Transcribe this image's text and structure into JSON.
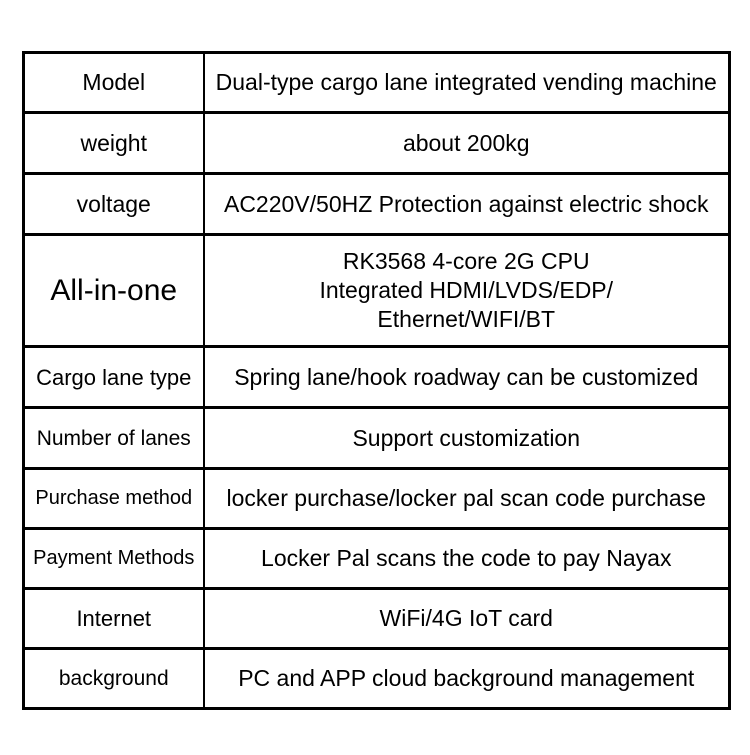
{
  "colors": {
    "background": "#ffffff",
    "border": "#000000",
    "text": "#000000"
  },
  "spec_table": {
    "rows": [
      {
        "label": "Model",
        "value": "Dual-type cargo lane integrated vending machine"
      },
      {
        "label": "weight",
        "value": "about 200kg"
      },
      {
        "label": "voltage",
        "value": "AC220V/50HZ Protection against electric shock"
      },
      {
        "label": "All-in-one",
        "value": "RK3568 4-core 2G CPU\nIntegrated HDMI/LVDS/EDP/\nEthernet/WIFI/BT"
      },
      {
        "label": "Cargo lane type",
        "value": "Spring lane/hook roadway can be customized"
      },
      {
        "label": "Number of lanes",
        "value": "Support customization"
      },
      {
        "label": "Purchase method",
        "value": "locker purchase/locker pal scan code purchase"
      },
      {
        "label": "Payment Methods",
        "value": "Locker Pal scans the code to pay Nayax"
      },
      {
        "label": "Internet",
        "value": "WiFi/4G IoT card"
      },
      {
        "label": "background",
        "value": "PC and APP cloud background management"
      }
    ]
  }
}
